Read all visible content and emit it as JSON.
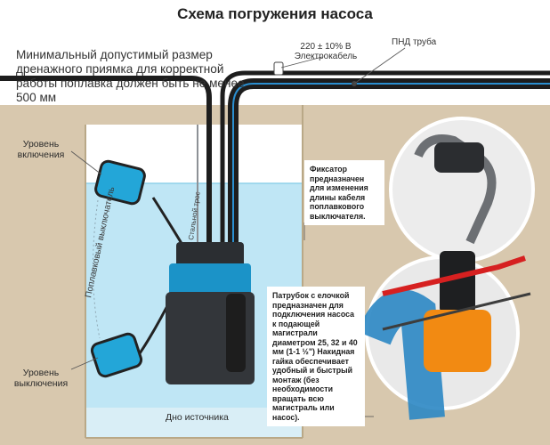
{
  "title": "Схема погружения насоса",
  "intro": "Минимальный допустимый размер дренажного приямка для корректной работы поплавка должен быть не менее 500 мм",
  "labels": {
    "voltage": "220 ± 10% В",
    "cable": "Электрокабель",
    "pnd_pipe": "ПНД труба",
    "level_on": "Уровень включения",
    "level_off": "Уровень выключения",
    "float_switch": "Поплавковый выключатель",
    "steel_cable": "Стальной трос",
    "source_bottom": "Дно источника"
  },
  "notes": {
    "fixator": "Фиксатор предназначен для изменения длины кабеля поплавкового выключателя.",
    "fitting": "Патрубок с елочкой предназначен для подключения насоса к подающей магистрали диаметром 25, 32 и 40 мм (1-1 ½\") Накидная гайка обеспечивает удобный и быстрый монтаж (без необходимости вращать всю магистраль или насос)."
  },
  "colors": {
    "soil": "#d8c8ae",
    "water": "#bfe6f5",
    "pump_body": "#33363a",
    "pump_accent": "#1b93c8",
    "float_case": "#23a6d8",
    "pipe": "#1d1d1d",
    "hose_stripe": "#2b8fd0",
    "orange_nut": "#f28a12",
    "saw_red": "#d62020"
  }
}
